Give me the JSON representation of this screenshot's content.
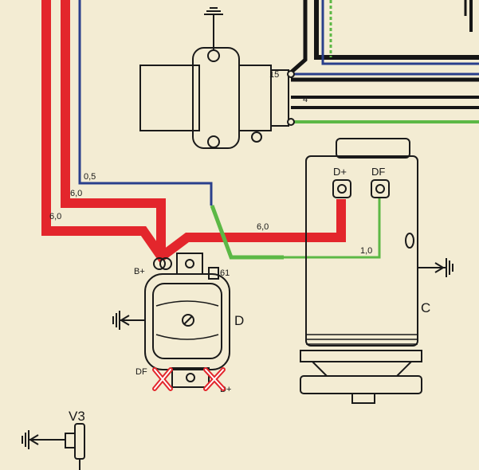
{
  "wire_labels": {
    "blue_gauge": "0,5",
    "red_upper_gauge": "6,0",
    "red_lower_gauge": "6,0",
    "red_generator_gauge": "6,0",
    "green_field_gauge": "1,0"
  },
  "coil": {
    "terminal_15": "15",
    "terminal_4": "4"
  },
  "generator": {
    "letter": "C",
    "terminal_dplus": "D+",
    "terminal_df": "DF"
  },
  "regulator": {
    "letter": "D",
    "terminal_b": "B+",
    "terminal_61": "61",
    "terminal_df": "DF",
    "terminal_dplus": "D+"
  },
  "bottom_component": {
    "label": "V3"
  },
  "colors": {
    "background": "#f3ecd3",
    "red_wire": "#e3262c",
    "green_wire": "#5cb845",
    "blue_wire": "#2a3f8c",
    "black_wire": "#151515",
    "cross_mark": "#e3262c"
  }
}
